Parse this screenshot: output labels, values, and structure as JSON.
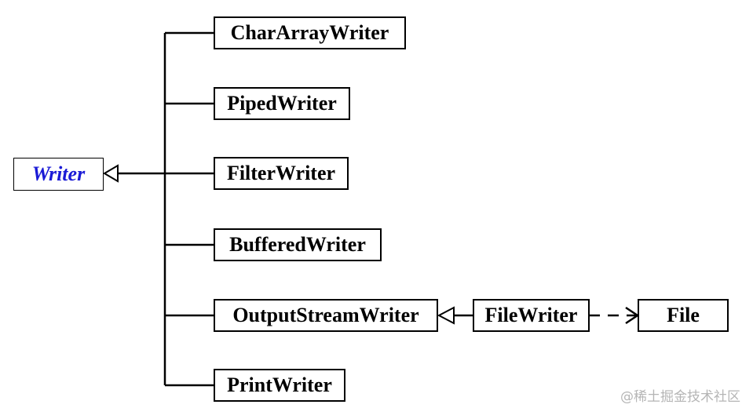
{
  "diagram": {
    "root": {
      "label": "Writer",
      "color": "#1a1ad6"
    },
    "subclasses": [
      {
        "label": "CharArrayWriter"
      },
      {
        "label": "PipedWriter"
      },
      {
        "label": "FilterWriter"
      },
      {
        "label": "BufferedWriter"
      },
      {
        "label": "OutputStreamWriter"
      },
      {
        "label": "PrintWriter"
      }
    ],
    "filewriter": {
      "label": "FileWriter"
    },
    "file": {
      "label": "File"
    },
    "relations": [
      {
        "from": "CharArrayWriter",
        "to": "Writer",
        "type": "inheritance"
      },
      {
        "from": "PipedWriter",
        "to": "Writer",
        "type": "inheritance"
      },
      {
        "from": "FilterWriter",
        "to": "Writer",
        "type": "inheritance"
      },
      {
        "from": "BufferedWriter",
        "to": "Writer",
        "type": "inheritance"
      },
      {
        "from": "OutputStreamWriter",
        "to": "Writer",
        "type": "inheritance"
      },
      {
        "from": "PrintWriter",
        "to": "Writer",
        "type": "inheritance"
      },
      {
        "from": "FileWriter",
        "to": "OutputStreamWriter",
        "type": "inheritance"
      },
      {
        "from": "FileWriter",
        "to": "File",
        "type": "dependency"
      }
    ]
  },
  "watermark": {
    "text": "@稀土掘金技术社区"
  }
}
